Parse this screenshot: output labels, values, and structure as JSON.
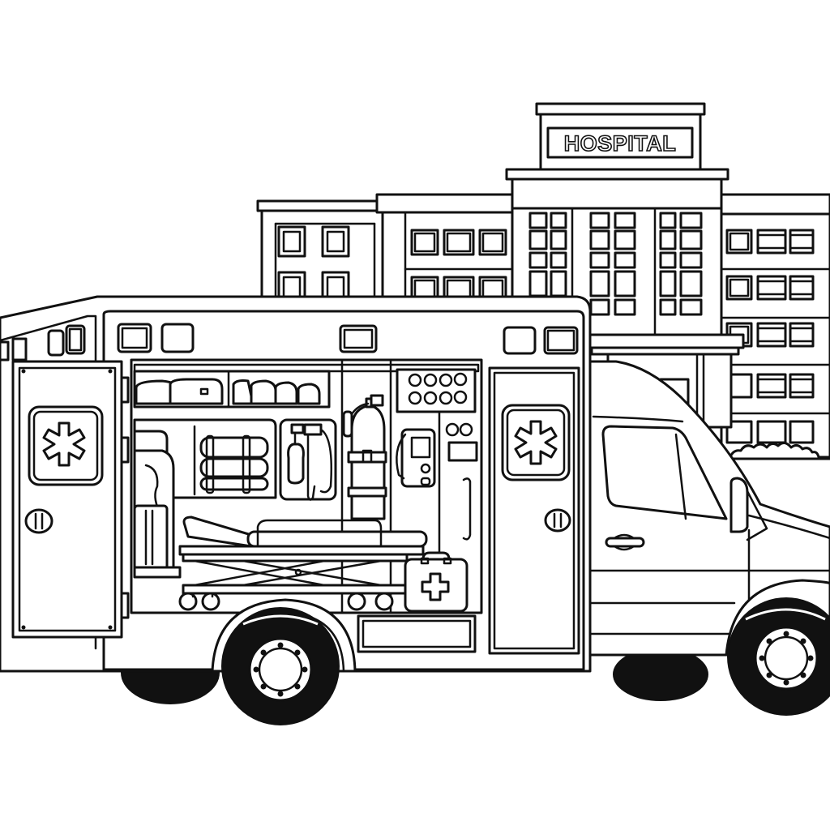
{
  "image": {
    "title": "Ambulance with open side door in front of a hospital (coloring page)",
    "style": "black line art on white",
    "colors": {
      "line": "#111111",
      "background": "#ffffff"
    }
  },
  "hospital": {
    "sign_text": "HOSPITAL",
    "wings": [
      "left-wing",
      "center-tower",
      "right-wing"
    ]
  },
  "ambulance": {
    "door_emblem": "star-of-life",
    "interior_items": [
      "supply-shelf",
      "rolled-blankets",
      "suction-unit",
      "oxygen-tank",
      "wall-monitor",
      "gauge-panel",
      "stretcher",
      "first-aid-kit",
      "seat"
    ],
    "first_aid_symbol": "+"
  }
}
